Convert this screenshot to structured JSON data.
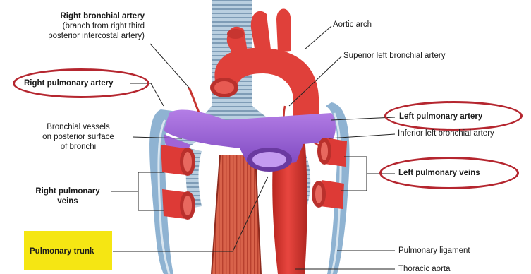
{
  "labels": {
    "right_bronchial_artery": "Right bronchial artery",
    "right_bronchial_artery_note_1": "(branch from right third",
    "right_bronchial_artery_note_2": "posterior intercostal artery)",
    "aortic_arch": "Aortic arch",
    "superior_left_bronchial_artery": "Superior left bronchial artery",
    "right_pulmonary_artery": "Right pulmonary artery",
    "left_pulmonary_artery": "Left pulmonary artery",
    "inferior_left_bronchial_artery": "Inferior left bronchial artery",
    "bronchial_vessels_1": "Bronchial vessels",
    "bronchial_vessels_2": "on posterior surface",
    "bronchial_vessels_3": "of bronchi",
    "left_pulmonary_veins": "Left pulmonary veins",
    "right_pulmonary_veins_1": "Right pulmonary",
    "right_pulmonary_veins_2": "veins",
    "pulmonary_trunk": "Pulmonary trunk",
    "pulmonary_ligament": "Pulmonary ligament",
    "thoracic_aorta": "Thoracic aorta"
  },
  "colors": {
    "artery_red": "#dd3a36",
    "artery_dark": "#a8211f",
    "pulmonary_purple": "#a064d6",
    "purple_dark": "#6a3aa0",
    "trachea_blue": "#a8c2d6",
    "pleura_blue": "#8fb3d2",
    "highlight_yellow": "#f5e613",
    "annotation_oval": "#b5262f"
  }
}
